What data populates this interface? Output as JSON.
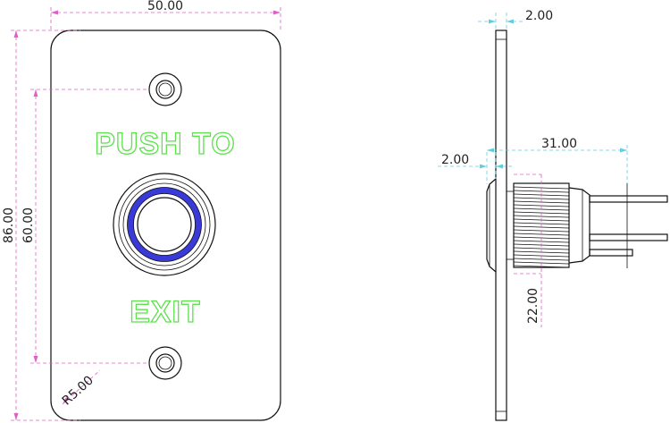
{
  "front_view": {
    "width_label": "50.00",
    "height_label": "86.00",
    "hole_spacing_label": "60.00",
    "radius_label": "R5.00",
    "legend_top": "PUSH TO",
    "legend_bottom": "EXIT"
  },
  "side_view": {
    "plate_thickness_label": "2.00",
    "bezel_thickness_label": "2.00",
    "depth_label": "31.00",
    "thread_diameter_label": "22.00"
  },
  "colors": {
    "outline": "#111111",
    "dimension_line": "#e060c8",
    "extension_line": "#60d0e0",
    "legend": "#5ee04f",
    "led_ring": "#3a3ad8"
  }
}
